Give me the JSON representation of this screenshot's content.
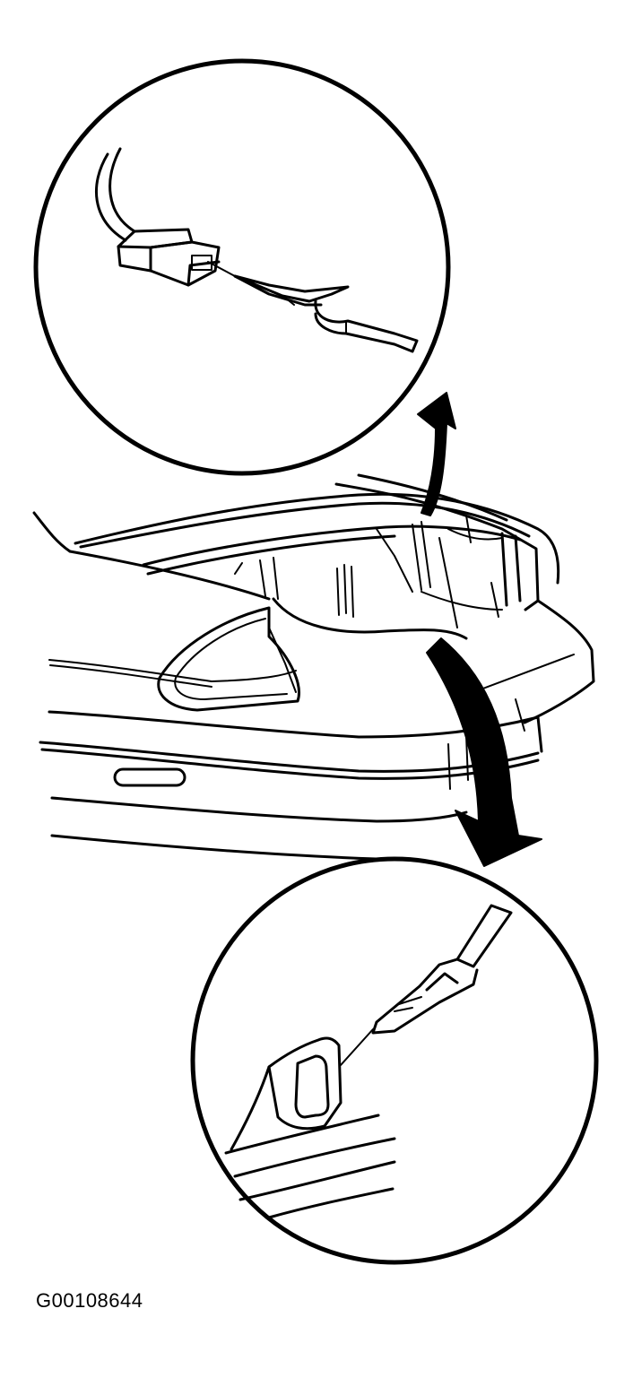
{
  "figure": {
    "id_label": "G00108644",
    "views": [
      {
        "name": "connector-detail",
        "icon": "connector-with-test-clip"
      },
      {
        "name": "vehicle-rear",
        "icon": "car-rear-trunk-open"
      },
      {
        "name": "ground-detail",
        "icon": "ground-terminal-with-test-clip"
      }
    ]
  }
}
